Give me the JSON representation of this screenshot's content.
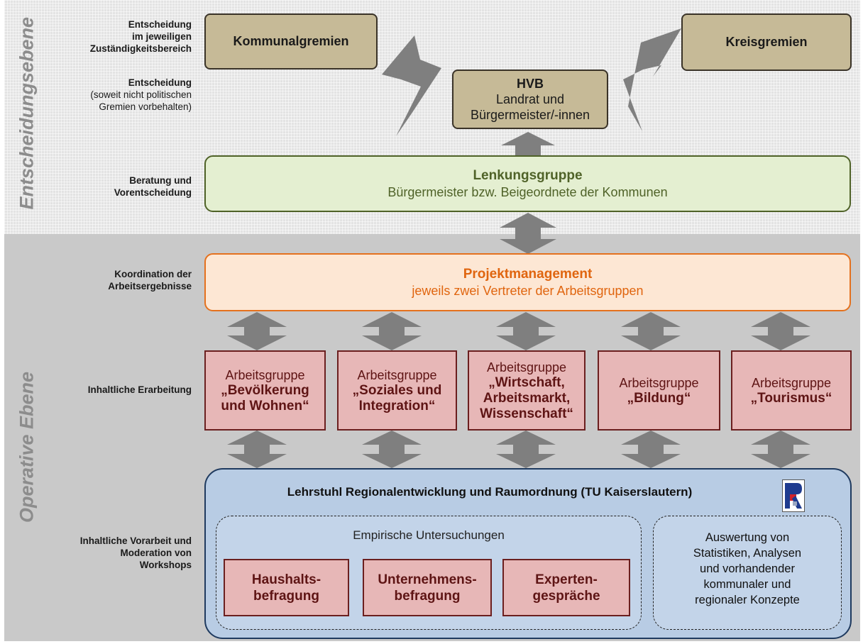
{
  "bands": {
    "top_label": "Entscheidungsebene",
    "bottom_label": "Operative Ebene"
  },
  "left_labels": {
    "decision_1_line1": "Entscheidung",
    "decision_1_line2": "im jeweiligen",
    "decision_1_line3": "Zuständigkeitsbereich",
    "decision_2_line1": "Entscheidung",
    "decision_2_line2": "(soweit nicht politischen",
    "decision_2_line3": "Gremien vorbehalten)",
    "advice_line1": "Beratung und",
    "advice_line2": "Vorentscheidung",
    "coord_line1": "Koordination der",
    "coord_line2": "Arbeitsergebnisse",
    "content": "Inhaltliche Erarbeitung",
    "prep_line1": "Inhaltliche Vorarbeit und",
    "prep_line2": "Moderation von",
    "prep_line3": "Workshops"
  },
  "decision": {
    "kommunal": "Kommunalgremien",
    "kreis": "Kreisgremien",
    "hvb_title": "HVB",
    "hvb_line1": "Landrat und",
    "hvb_line2": "Bürgermeister/-innen"
  },
  "lenkung": {
    "title": "Lenkungsgruppe",
    "subtitle": "Bürgermeister bzw. Beigeordnete der Kommunen"
  },
  "projekt": {
    "title": "Projektmanagement",
    "subtitle": "jeweils zwei Vertreter der Arbeitsgruppen"
  },
  "groups": [
    {
      "label": "Arbeitsgruppe",
      "lines": [
        "„Bevölkerung",
        "und Wohnen“"
      ]
    },
    {
      "label": "Arbeitsgruppe",
      "lines": [
        "„Soziales und",
        "Integration“"
      ]
    },
    {
      "label": "Arbeitsgruppe",
      "lines": [
        "„Wirtschaft,",
        "Arbeitsmarkt,",
        "Wissenschaft“"
      ]
    },
    {
      "label": "Arbeitsgruppe",
      "lines": [
        "„Bildung“"
      ]
    },
    {
      "label": "Arbeitsgruppe",
      "lines": [
        "„Tourismus“"
      ]
    }
  ],
  "lehrstuhl": {
    "title": "Lehrstuhl Regionalentwicklung und Raumordnung (TU Kaiserslautern)",
    "empirical_title": "Empirische Untersuchungen",
    "survey_1_line1": "Haushalts-",
    "survey_1_line2": "befragung",
    "survey_2_line1": "Unternehmens-",
    "survey_2_line2": "befragung",
    "survey_3_line1": "Experten-",
    "survey_3_line2": "gespräche",
    "analysis_line1": "Auswertung von",
    "analysis_line2": "Statistiken, Analysen",
    "analysis_line3": "und vorhandender",
    "analysis_line4": "kommunaler und",
    "analysis_line5": "regionaler Konzepte"
  },
  "colors": {
    "arrow": "#7f7f7f",
    "green_border": "#4f6228",
    "orange_border": "#e4711e",
    "red_border": "#6b1f1f",
    "blue_border": "#1f3a5f"
  }
}
